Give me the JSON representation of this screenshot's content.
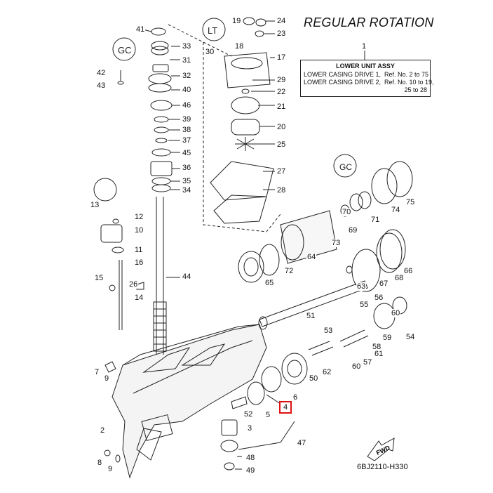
{
  "title": "REGULAR ROTATION",
  "assembly": {
    "ref_number": "1",
    "heading": "LOWER UNIT ASSY",
    "line1": "LOWER CASING DRIVE 1,  Ref. No. 2 to 75",
    "line2": "LOWER CASING DRIVE 2,  Ref. No. 10 to 19,",
    "line3": "25 to 28"
  },
  "diagram_code": "6BJ2110-H330",
  "fwd_label": "FWD",
  "highlighted_part": "4",
  "highlight_color": "#e01010",
  "icons": [
    "grease-icon",
    "sealant-icon",
    "loctite-icon"
  ],
  "callouts": [
    {
      "id": "41",
      "text": "41"
    },
    {
      "id": "33",
      "text": "33"
    },
    {
      "id": "31",
      "text": "31"
    },
    {
      "id": "42",
      "text": "42"
    },
    {
      "id": "43",
      "text": "43"
    },
    {
      "id": "32",
      "text": "32"
    },
    {
      "id": "40",
      "text": "40"
    },
    {
      "id": "46",
      "text": "46"
    },
    {
      "id": "39",
      "text": "39"
    },
    {
      "id": "38",
      "text": "38"
    },
    {
      "id": "37",
      "text": "37"
    },
    {
      "id": "45",
      "text": "45"
    },
    {
      "id": "36",
      "text": "36"
    },
    {
      "id": "35",
      "text": "35"
    },
    {
      "id": "34",
      "text": "34"
    },
    {
      "id": "19",
      "text": "19"
    },
    {
      "id": "18",
      "text": "18"
    },
    {
      "id": "30",
      "text": "30"
    },
    {
      "id": "24",
      "text": "24"
    },
    {
      "id": "23",
      "text": "23"
    },
    {
      "id": "17",
      "text": "17"
    },
    {
      "id": "29",
      "text": "29"
    },
    {
      "id": "22",
      "text": "22"
    },
    {
      "id": "21",
      "text": "21"
    },
    {
      "id": "20",
      "text": "20"
    },
    {
      "id": "25",
      "text": "25"
    },
    {
      "id": "27",
      "text": "27"
    },
    {
      "id": "28",
      "text": "28"
    },
    {
      "id": "13",
      "text": "13"
    },
    {
      "id": "12",
      "text": "12"
    },
    {
      "id": "10",
      "text": "10"
    },
    {
      "id": "11",
      "text": "11"
    },
    {
      "id": "16",
      "text": "16"
    },
    {
      "id": "15",
      "text": "15"
    },
    {
      "id": "26",
      "text": "26"
    },
    {
      "id": "44",
      "text": "44"
    },
    {
      "id": "14",
      "text": "14"
    },
    {
      "id": "7",
      "text": "7"
    },
    {
      "id": "9a",
      "text": "9"
    },
    {
      "id": "2",
      "text": "2"
    },
    {
      "id": "8",
      "text": "8"
    },
    {
      "id": "9b",
      "text": "9"
    },
    {
      "id": "75",
      "text": "75"
    },
    {
      "id": "74",
      "text": "74"
    },
    {
      "id": "70",
      "text": "70"
    },
    {
      "id": "71",
      "text": "71"
    },
    {
      "id": "69",
      "text": "69"
    },
    {
      "id": "73",
      "text": "73"
    },
    {
      "id": "64",
      "text": "64"
    },
    {
      "id": "72",
      "text": "72"
    },
    {
      "id": "65",
      "text": "65"
    },
    {
      "id": "66",
      "text": "66"
    },
    {
      "id": "68",
      "text": "68"
    },
    {
      "id": "67",
      "text": "67"
    },
    {
      "id": "63",
      "text": "63"
    },
    {
      "id": "51",
      "text": "51"
    },
    {
      "id": "56",
      "text": "56"
    },
    {
      "id": "55",
      "text": "55"
    },
    {
      "id": "60a",
      "text": "60"
    },
    {
      "id": "54",
      "text": "54"
    },
    {
      "id": "59",
      "text": "59"
    },
    {
      "id": "58",
      "text": "58"
    },
    {
      "id": "61",
      "text": "61"
    },
    {
      "id": "53",
      "text": "53"
    },
    {
      "id": "57",
      "text": "57"
    },
    {
      "id": "60b",
      "text": "60"
    },
    {
      "id": "62",
      "text": "62"
    },
    {
      "id": "50",
      "text": "50"
    },
    {
      "id": "6",
      "text": "6"
    },
    {
      "id": "4",
      "text": "4"
    },
    {
      "id": "5",
      "text": "5"
    },
    {
      "id": "52",
      "text": "52"
    },
    {
      "id": "3",
      "text": "3"
    },
    {
      "id": "47",
      "text": "47"
    },
    {
      "id": "48",
      "text": "48"
    },
    {
      "id": "49",
      "text": "49"
    }
  ]
}
